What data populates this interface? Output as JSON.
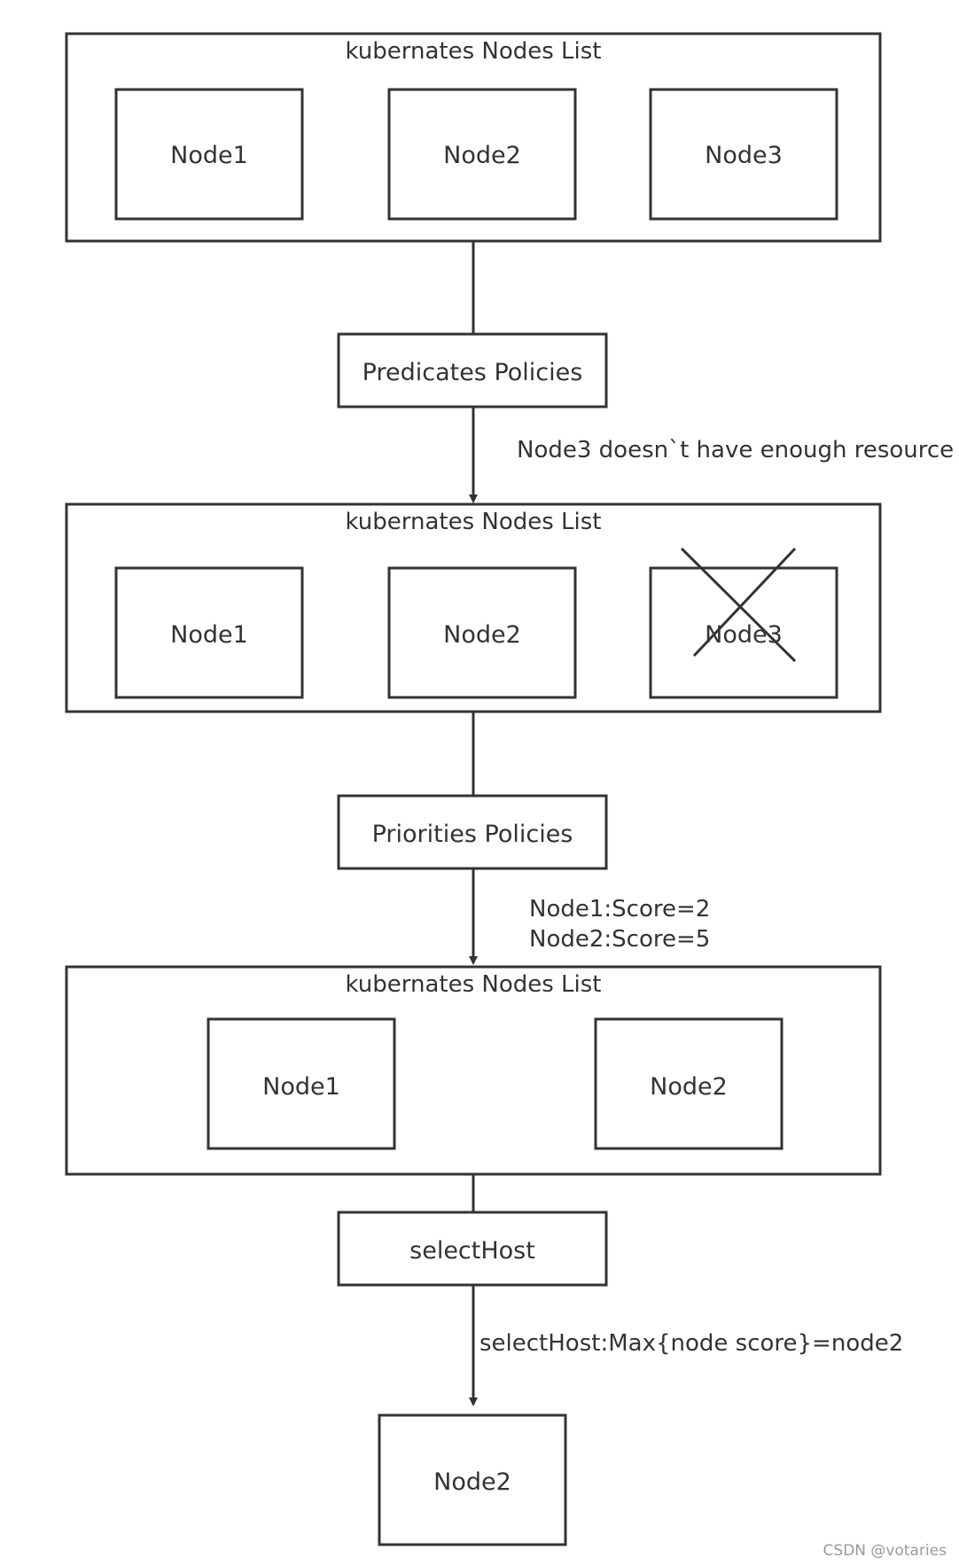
{
  "groups": [
    {
      "title": "kubernates Nodes List",
      "nodes": [
        "Node1",
        "Node2",
        "Node3"
      ]
    },
    {
      "title": "kubernates Nodes List",
      "nodes": [
        "Node1",
        "Node2",
        "Node3"
      ]
    },
    {
      "title": "kubernates Nodes List",
      "nodes": [
        "Node1",
        "Node2"
      ]
    }
  ],
  "steps": [
    "Predicates Policies",
    "Priorities Policies",
    "selectHost"
  ],
  "annotations": {
    "predicates_result": "Node3 doesn`t have enough resource",
    "priorities_result": [
      "Node1:Score=2",
      "Node2:Score=5"
    ],
    "select_result": "selectHost:Max{node score}=node2"
  },
  "final_node": "Node2",
  "eliminated_node": "Node3",
  "watermark": "CSDN @votaries",
  "colors": {
    "stroke": "#333333",
    "text": "#333333",
    "background": "#ffffff",
    "watermark": "#9a9a9a"
  }
}
